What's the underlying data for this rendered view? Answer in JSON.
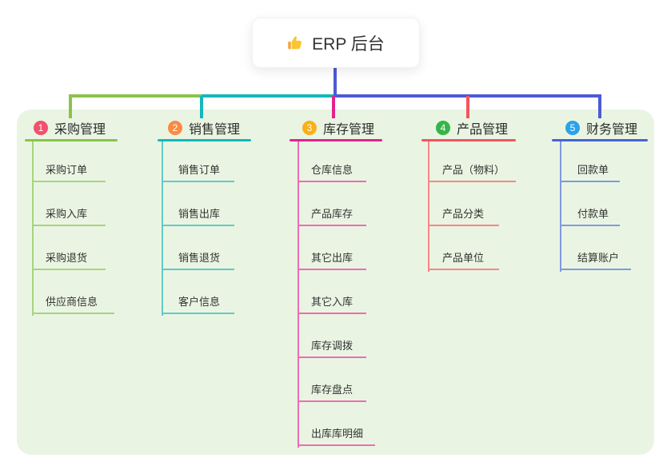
{
  "root": {
    "title": "ERP 后台",
    "icon": "thumbs-up-icon"
  },
  "colors": {
    "panel_bg": "#e9f5e2",
    "trunk": "#4d5ad6"
  },
  "branches": [
    {
      "number": "1",
      "label": "采购管理",
      "items": [
        "采购订单",
        "采购入库",
        "采购退货",
        "供应商信息"
      ],
      "colors": {
        "badge": "#f1506e",
        "line": "#8bc34a",
        "subline": "#a9d37f",
        "drop": "#8bc34a"
      }
    },
    {
      "number": "2",
      "label": "销售管理",
      "items": [
        "销售订单",
        "销售出库",
        "销售退货",
        "客户信息"
      ],
      "colors": {
        "badge": "#fb8b42",
        "line": "#14b8ba",
        "subline": "#62cac7",
        "drop": "#14b8ba"
      }
    },
    {
      "number": "3",
      "label": "库存管理",
      "items": [
        "仓库信息",
        "产品库存",
        "其它出库",
        "其它入库",
        "库存调拨",
        "库存盘点",
        "出库库明细"
      ],
      "colors": {
        "badge": "#fbb017",
        "line": "#e2238e",
        "subline": "#ee6cb4",
        "drop": "#e2238e"
      }
    },
    {
      "number": "4",
      "label": "产品管理",
      "items": [
        "产品（物料）",
        "产品分类",
        "产品单位"
      ],
      "colors": {
        "badge": "#36b54a",
        "line": "#f4555c",
        "subline": "#f8868a",
        "drop": "#f4555c"
      }
    },
    {
      "number": "5",
      "label": "财务管理",
      "items": [
        "回款单",
        "付款单",
        "结算账户"
      ],
      "colors": {
        "badge": "#2aa2e8",
        "line": "#4663d2",
        "subline": "#8099dd",
        "drop": "#4d5ad6"
      }
    }
  ]
}
